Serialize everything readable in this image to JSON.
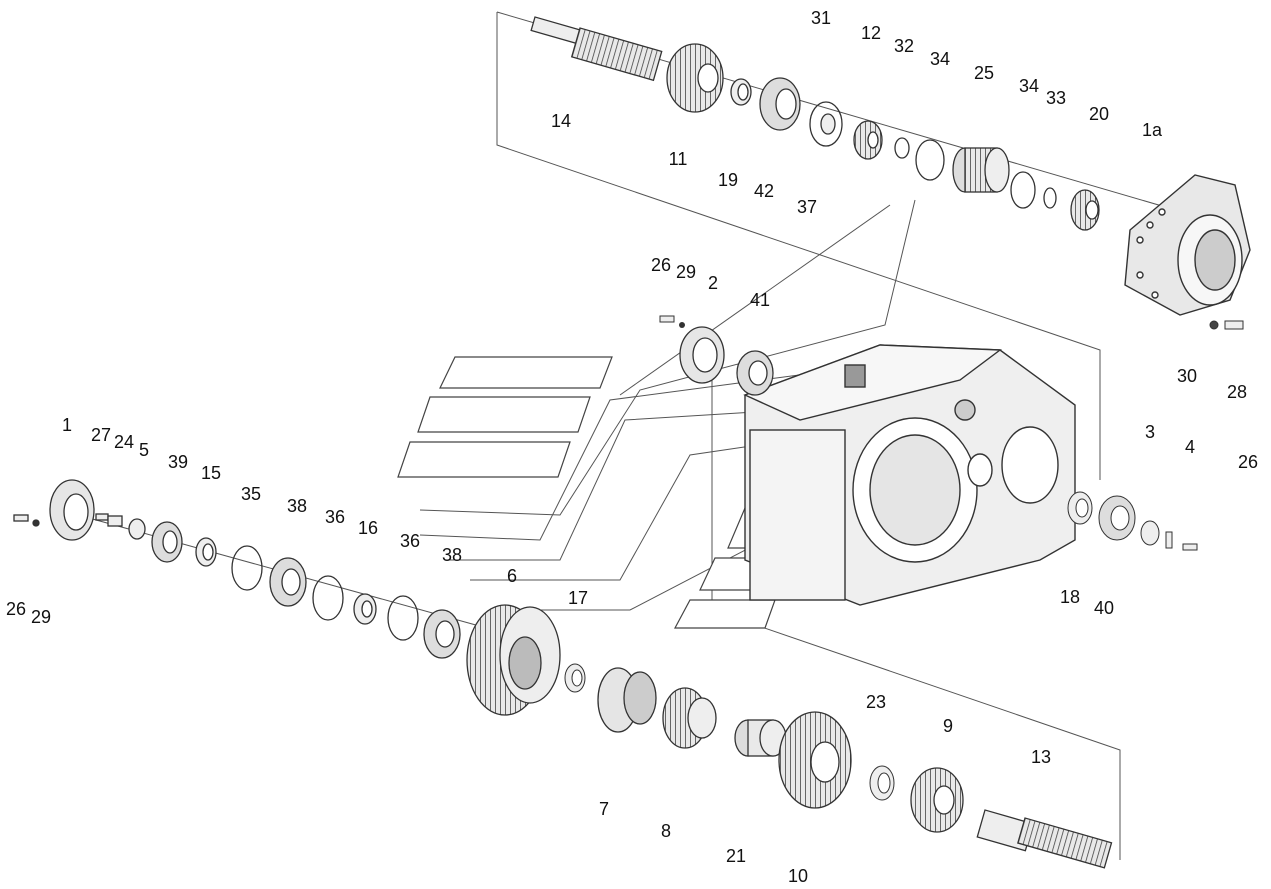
{
  "diagram": {
    "colors": {
      "outline": "#333333",
      "fill": "#e9e9e9",
      "dark": "#8a8a8a",
      "line": "#555555"
    },
    "labels": [
      {
        "id": "14",
        "text": "14"
      },
      {
        "id": "11",
        "text": "11"
      },
      {
        "id": "19",
        "text": "19"
      },
      {
        "id": "42",
        "text": "42"
      },
      {
        "id": "31",
        "text": "31"
      },
      {
        "id": "37",
        "text": "37"
      },
      {
        "id": "12",
        "text": "12"
      },
      {
        "id": "32",
        "text": "32"
      },
      {
        "id": "34a",
        "text": "34"
      },
      {
        "id": "25",
        "text": "25"
      },
      {
        "id": "34b",
        "text": "34"
      },
      {
        "id": "33",
        "text": "33"
      },
      {
        "id": "20",
        "text": "20"
      },
      {
        "id": "1a",
        "text": "1а"
      },
      {
        "id": "30",
        "text": "30"
      },
      {
        "id": "28",
        "text": "28"
      },
      {
        "id": "26a",
        "text": "26"
      },
      {
        "id": "29a",
        "text": "29"
      },
      {
        "id": "2",
        "text": "2"
      },
      {
        "id": "41",
        "text": "41"
      },
      {
        "id": "1",
        "text": "1"
      },
      {
        "id": "27",
        "text": "27"
      },
      {
        "id": "24",
        "text": "24"
      },
      {
        "id": "5",
        "text": "5"
      },
      {
        "id": "39",
        "text": "39"
      },
      {
        "id": "15",
        "text": "15"
      },
      {
        "id": "35",
        "text": "35"
      },
      {
        "id": "38a",
        "text": "38"
      },
      {
        "id": "36a",
        "text": "36"
      },
      {
        "id": "16",
        "text": "16"
      },
      {
        "id": "36b",
        "text": "36"
      },
      {
        "id": "38b",
        "text": "38"
      },
      {
        "id": "6",
        "text": "6"
      },
      {
        "id": "17",
        "text": "17"
      },
      {
        "id": "26b",
        "text": "26"
      },
      {
        "id": "29b",
        "text": "29"
      },
      {
        "id": "3",
        "text": "3"
      },
      {
        "id": "4",
        "text": "4"
      },
      {
        "id": "26c",
        "text": "26"
      },
      {
        "id": "18",
        "text": "18"
      },
      {
        "id": "40",
        "text": "40"
      },
      {
        "id": "7",
        "text": "7"
      },
      {
        "id": "8",
        "text": "8"
      },
      {
        "id": "21",
        "text": "21"
      },
      {
        "id": "10",
        "text": "10"
      },
      {
        "id": "23",
        "text": "23"
      },
      {
        "id": "9",
        "text": "9"
      },
      {
        "id": "13",
        "text": "13"
      }
    ]
  }
}
